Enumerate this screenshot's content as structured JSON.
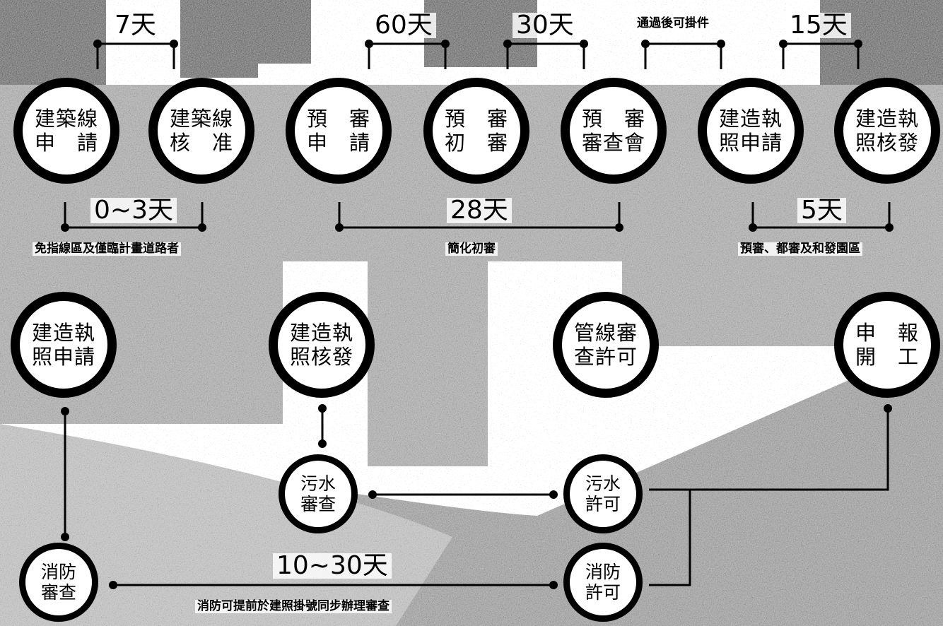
{
  "nodes": {
    "n1": {
      "line1": "建築線",
      "line2": "申　請"
    },
    "n2": {
      "line1": "建築線",
      "line2": "核　准"
    },
    "n3": {
      "line1": "預　審",
      "line2": "申　請"
    },
    "n4": {
      "line1": "預　審",
      "line2": "初　審"
    },
    "n5": {
      "line1": "預　審",
      "line2": "審查會"
    },
    "n6": {
      "line1": "建造執",
      "line2": "照申請"
    },
    "n7": {
      "line1": "建造執",
      "line2": "照核發"
    },
    "m1": {
      "line1": "建造執",
      "line2": "照申請"
    },
    "m2": {
      "line1": "建造執",
      "line2": "照核發"
    },
    "m3": {
      "line1": "管線審",
      "line2": "查許可"
    },
    "m4": {
      "line1": "申　報",
      "line2": "開　工"
    },
    "s1": {
      "line1": "污水",
      "line2": "審查"
    },
    "s2": {
      "line1": "污水",
      "line2": "許可"
    },
    "s3": {
      "line1": "消防",
      "line2": "審查"
    },
    "s4": {
      "line1": "消防",
      "line2": "許可"
    }
  },
  "labels": {
    "d7": "7天",
    "d60": "60天",
    "d30": "30天",
    "pass_note": "通過後可掛件",
    "d15": "15天",
    "d0_3": "0~3天",
    "note_exempt": "免指線區及僅臨計畫道路者",
    "d28": "28天",
    "note_simplified": "簡化初審",
    "d5": "5天",
    "note_pre": "預審、都審及和發園區",
    "d10_30": "10~30天",
    "note_fire": "消防可提前於建照掛號同步辦理審查"
  }
}
